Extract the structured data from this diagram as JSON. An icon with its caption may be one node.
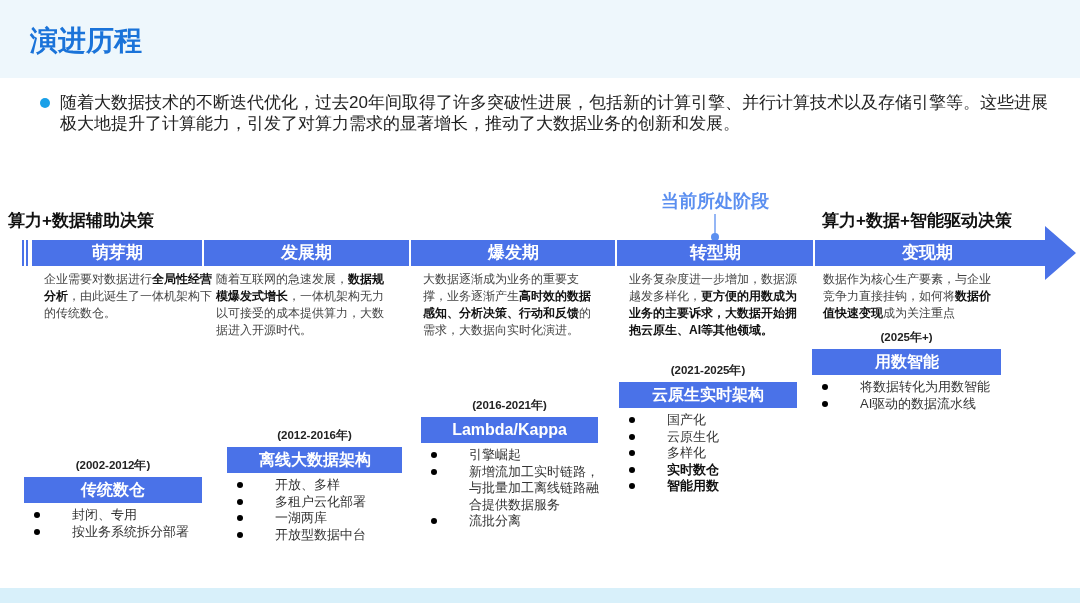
{
  "diagram": {
    "title": "演进历程",
    "nodes": [
      {
        "text": [
          "萌芽期",
          "企业需要对数据进行**全局性经营分析**，由此诞生了一体机架构下的传统数仓。"
        ]
      },
      {
        "text": [
          "发展期",
          "随着互联网的急速发展，**数据规模爆发式增长**，一体机架构无力以可接受的成本提供算力，大数据进入开源时代。"
        ]
      },
      {
        "text": [
          "爆发期",
          "大数据逐渐成为业务的重要支撑，业务逐渐产生**高时效的数据感知、分析决策、行动和反馈**的需求，大数据向实时化演进。"
        ]
      },
      {
        "text": [
          "转型期",
          "业务复杂度进一步增加，数据源越发多样化，**更方便的用数成为业务的主要诉求，大数据开始拥抱云原生、AI等其他领域。**"
        ]
      },
      {
        "text": [
          "变现期",
          "数据作为核心生产要素，与企业竞争力直接挂钩，如何将**数据价值快速变现**成为关注重点"
        ]
      },
      {
        "text": [
          "(2002-2012年)",
          "传统数仓"
        ],
        "beside": [
          "封闭、专用",
          "按业务系统拆分部署"
        ]
      },
      {
        "text": [
          "(2012-2016年)",
          "离线大数据架构"
        ],
        "beside": [
          "开放、多样",
          "多租户云化部署",
          "一湖两库",
          "开放型数据中台"
        ]
      },
      {
        "text": [
          "(2016-2021年)",
          "Lambda/Kappa"
        ],
        "beside": [
          "引擎崛起",
          "新增流加工实时链路，与批量加工离线链路融合提供数据服务",
          "流批分离"
        ]
      },
      {
        "text": [
          "(2021-2025年)",
          "云原生实时架构"
        ],
        "beside": [
          "国产化",
          "云原生化",
          "多样化",
          "**实时数仓**",
          "**智能用数**"
        ]
      },
      {
        "text": [
          "(2025年+)",
          "用数智能"
        ],
        "beside": [
          "将数据转化为用数智能",
          "AI驱动的数据流水线"
        ]
      },
      {
        "text": [
          "当前所处阶段"
        ]
      }
    ],
    "edges": [
      {
        "from": 10,
        "to": 3,
        "arrow": "other"
      }
    ],
    "labels": [
      "随着大数据技术的不断迭代优化，过去20年间取得了许多突破性进展，包括新的计算引擎、并行计算技术以及存储引擎等。这些进展极大地提升了计算能力，引发了对算力需求的显著增长，推动了大数据业务的创新和发展。",
      "算力+数据辅助决策",
      "算力+数据+智能驱动决策"
    ]
  }
}
